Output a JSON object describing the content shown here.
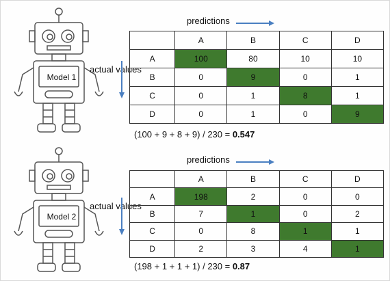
{
  "colors": {
    "highlight": "#3f7a2e",
    "arrow": "#4a7fc1",
    "grid": "#333333"
  },
  "panels": [
    {
      "robot_label": "Model 1",
      "predictions_label": "predictions",
      "actual_label": "actual values",
      "col_headers": [
        "A",
        "B",
        "C",
        "D"
      ],
      "rows": [
        {
          "label": "A",
          "cells": [
            "100",
            "80",
            "10",
            "10"
          ]
        },
        {
          "label": "B",
          "cells": [
            "0",
            "9",
            "0",
            "1"
          ]
        },
        {
          "label": "C",
          "cells": [
            "0",
            "1",
            "8",
            "1"
          ]
        },
        {
          "label": "D",
          "cells": [
            "0",
            "1",
            "0",
            "9"
          ]
        }
      ],
      "formula": "(100 + 9 + 8 + 9) / 230 = ",
      "result": "0.547"
    },
    {
      "robot_label": "Model 2",
      "predictions_label": "predictions",
      "actual_label": "actual values",
      "col_headers": [
        "A",
        "B",
        "C",
        "D"
      ],
      "rows": [
        {
          "label": "A",
          "cells": [
            "198",
            "2",
            "0",
            "0"
          ]
        },
        {
          "label": "B",
          "cells": [
            "7",
            "1",
            "0",
            "2"
          ]
        },
        {
          "label": "C",
          "cells": [
            "0",
            "8",
            "1",
            "1"
          ]
        },
        {
          "label": "D",
          "cells": [
            "2",
            "3",
            "4",
            "1"
          ]
        }
      ],
      "formula": "(198 + 1 + 1 + 1) / 230 = ",
      "result": "0.87"
    }
  ]
}
